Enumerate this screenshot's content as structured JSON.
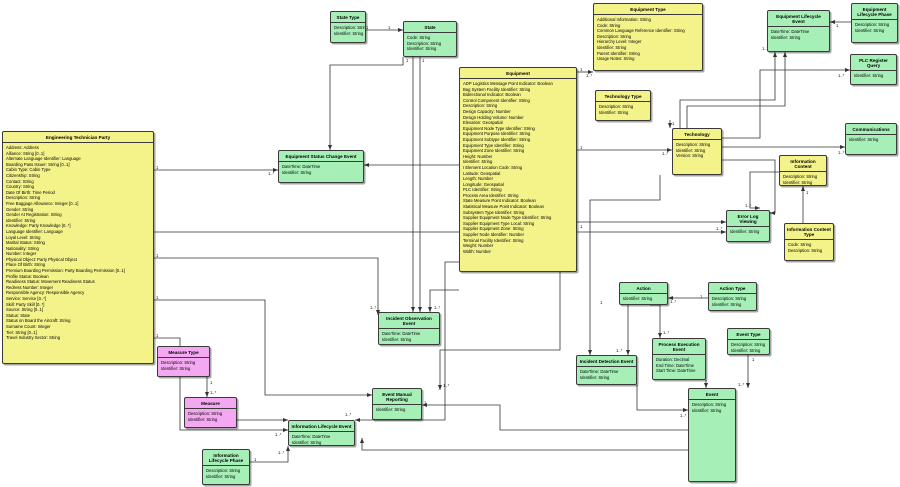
{
  "classes": {
    "engineering_technician_party": {
      "title": "Engineering Technician Party",
      "attributes": [
        "Address: Address",
        "Alliance: String [0..1]",
        "Alternate Language Identifier: Language",
        "Boarding Pass Issuer: String [0..1]",
        "Cabin Type: Cabin Type",
        "Citizenship: String",
        "Contact: String",
        "Country: String",
        "Date Of Birth: Time Period",
        "Description: String",
        "Free Baggage Allowance: Integer [0..1]",
        "Gender: String",
        "Gender At Registration: String",
        "Identifier: String",
        "Knowledge: Party Knowledge [0..*]",
        "Language Identifier: Language",
        "Loyal Level: String",
        "Marital Status: String",
        "Nationality: String",
        "Number: Integer",
        "Physical Object: Party Physical Object",
        "Place Of Birth: String",
        "Premium Boarding Permission: Party Boarding Permission [0..1]",
        "Profile Status: Boolean",
        "Readiness Status: Movement Readiness Status",
        "Redress Number: Integer",
        "Responsible Agency: Responsible Agency",
        "Service: Service [0..*]",
        "Skill: Party Skill [0..*]",
        "Source: String [0..1]",
        "Status: State",
        "Status on Board the Aircraft: String",
        "Surname Count: Integer",
        "Tier: String [0..1]",
        "Travel Industry Sector: String"
      ]
    },
    "state_type": {
      "title": "State Type",
      "attributes": [
        "Description: String",
        "Identifier: String"
      ]
    },
    "state": {
      "title": "State",
      "attributes": [
        "Code: String",
        "Description: String",
        "Identifier: String"
      ]
    },
    "equipment_status_change_event": {
      "title": "Equipment Status Change Event",
      "attributes": [
        "DateTime: DateTime",
        "Identifier: String"
      ]
    },
    "equipment": {
      "title": "Equipment",
      "attributes": [
        "ADP Logistics Message Point Indicator: Boolean",
        "Bag System Facility Identifier: String",
        "Bidirectional Indicator: Boolean",
        "Control Component Identifier: String",
        "Description: String",
        "Design Capacity: Number",
        "Design Holding Volume: Number",
        "Elevation: Geospatial",
        "Equipment Node Type Identifier: String",
        "Equipment Purpose Identifier: String",
        "Equipment Subtype Identifier: String",
        "Equipment Type Identifier: String",
        "Equipment Zone Identifier: String",
        "Height: Number",
        "Identifier: String",
        "I Element Location Code: String",
        "Latitude: Geospatial",
        "Length: Number",
        "Longitude: Geospatial",
        "PLC Identifier: String",
        "Process Area Identifier: String",
        "State Measure Point Indicator: Boolean",
        "Statistical Measure Point Indicator: Boolean",
        "Subsystem Type Identifier: String",
        "Supplier Equipment Node Type Identifier: String",
        "Supplier Equipment Type Local: String",
        "Supplier Equipment Zone: String",
        "Supplier Node Identifier: Number",
        "Terminal Facility Identifier: String",
        "Weight: Number",
        "Width: Number"
      ]
    },
    "equipment_type": {
      "title": "Equipment Type",
      "attributes": [
        "Additional Information: String",
        "Code: String",
        "Common Language Reference Identifier: String",
        "Description: String",
        "Hierarchy Level: Integer",
        "Identifier: String",
        "Parent Identifier: String",
        "Usage Notes: String"
      ]
    },
    "equipment_lifecycle_event": {
      "title": "Equipment Lifecycle Event",
      "attributes": [
        "DateTime: DateTime",
        "Identifier: String"
      ]
    },
    "equipment_lifecycle_phase": {
      "title": "Equipment Lifecycle Phase",
      "attributes": [
        "Description: String",
        "Identifier: String"
      ]
    },
    "plc_register_query": {
      "title": "PLC Register Query",
      "attributes": [
        "Identifier: String"
      ]
    },
    "technology_type": {
      "title": "Technology Type",
      "attributes": [
        "Description: String",
        "Identifier: String"
      ]
    },
    "technology": {
      "title": "Technology",
      "attributes": [
        "Description: String",
        "Identifier: String",
        "Version: String"
      ]
    },
    "communications": {
      "title": "Communications",
      "attributes": [
        "Identifier: String"
      ]
    },
    "information_content": {
      "title": "Information Content",
      "attributes": [
        "Description: String",
        "Identifier: String"
      ]
    },
    "error_log_viewing": {
      "title": "Error Log Viewing",
      "attributes": [
        "Identifier: String"
      ]
    },
    "information_content_type": {
      "title": "Information Content Type",
      "attributes": [
        "Code: String",
        "Description: String"
      ]
    },
    "incident_observation_event": {
      "title": "Incident Observation Event",
      "attributes": [
        "DateTime: DateTime",
        "Identifier: String"
      ]
    },
    "action": {
      "title": "Action",
      "attributes": [
        "Identifier: String"
      ]
    },
    "action_type": {
      "title": "Action Type",
      "attributes": [
        "Description: String",
        "Identifier: String"
      ]
    },
    "incident_detection_event": {
      "title": "Incident Detection Event",
      "attributes": [
        "DateTime: DateTime",
        "Identifier: String"
      ]
    },
    "process_execution_event": {
      "title": "Process Execution Event",
      "attributes": [
        "Duration: Decimal",
        "End Time: DateTime",
        "Start Time: DateTime"
      ]
    },
    "event_type": {
      "title": "Event Type",
      "attributes": [
        "Description: String",
        "Identifier: String"
      ]
    },
    "event": {
      "title": "Event",
      "attributes": [
        "Description: String",
        "Identifier: String"
      ]
    },
    "measure_type": {
      "title": "Measure Type",
      "attributes": [
        "Description: String",
        "Identifier: String"
      ]
    },
    "measure": {
      "title": "Measure",
      "attributes": [
        "Description: String",
        "Identifier: String"
      ]
    },
    "event_manual_reporting": {
      "title": "Event Manual Reporting",
      "attributes": [
        "Identifier: String"
      ]
    },
    "information_lifecycle_event": {
      "title": "Information Lifecycle Event",
      "attributes": [
        "DateTime: DateTime",
        "Identifier: String"
      ]
    },
    "information_lifecycle_phase": {
      "title": "Information Lifecycle Phase",
      "attributes": [
        "Description: String",
        "Identifier: String"
      ]
    }
  },
  "multiplicities": {
    "one": "1",
    "many": "1..*",
    "many_alt": "1..*"
  }
}
